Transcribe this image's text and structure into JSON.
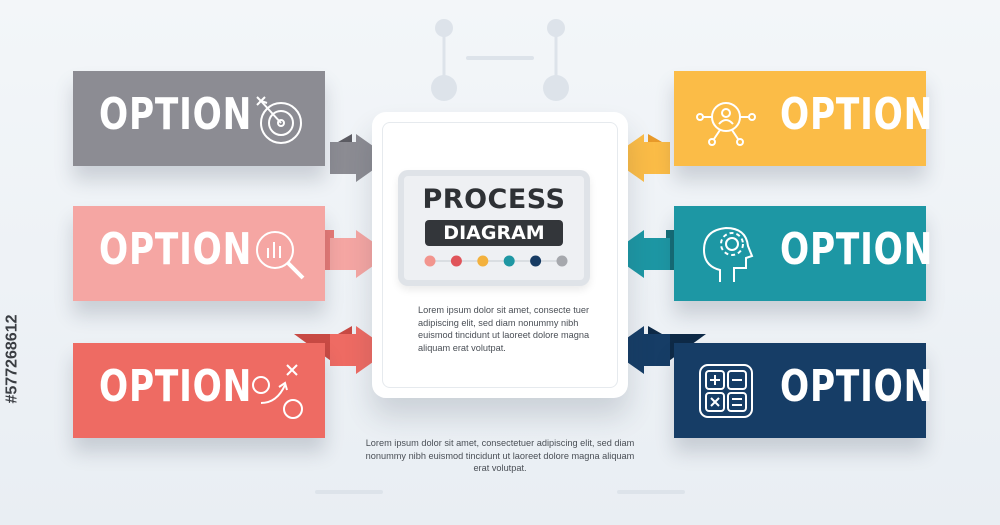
{
  "diagram": {
    "title_line1": "PROCESS",
    "title_line2": "DIAGRAM",
    "dot_colors": [
      "#f2958e",
      "#e0545a",
      "#f3b13d",
      "#1f97a3",
      "#163b63",
      "#a6a8ad"
    ],
    "center_text": "Lorem ipsum dolor sit amet, consecte tuer adipiscing elit, sed diam nonummy nibh euismod tincidunt ut laoreet dolore magna aliquam erat volutpat.",
    "footer_text": "Lorem ipsum dolor sit amet, consectetuer adipiscing elit, sed diam nonummy nibh euismod tincidunt ut laoreet dolore magna aliquam erat volutpat."
  },
  "options": [
    {
      "label": "OPTION",
      "color": "#8c8c93",
      "icon": "target-icon"
    },
    {
      "label": "OPTION",
      "color": "#f5a6a3",
      "icon": "magnifier-chart-icon"
    },
    {
      "label": "OPTION",
      "color": "#ee6b63",
      "icon": "strategy-icon"
    },
    {
      "label": "OPTION",
      "color": "#fbbc47",
      "icon": "network-person-icon"
    },
    {
      "label": "OPTION",
      "color": "#1d97a4",
      "icon": "head-gear-icon"
    },
    {
      "label": "OPTION",
      "color": "#163d66",
      "icon": "calculator-icon"
    }
  ],
  "watermark_id": "#577268612"
}
